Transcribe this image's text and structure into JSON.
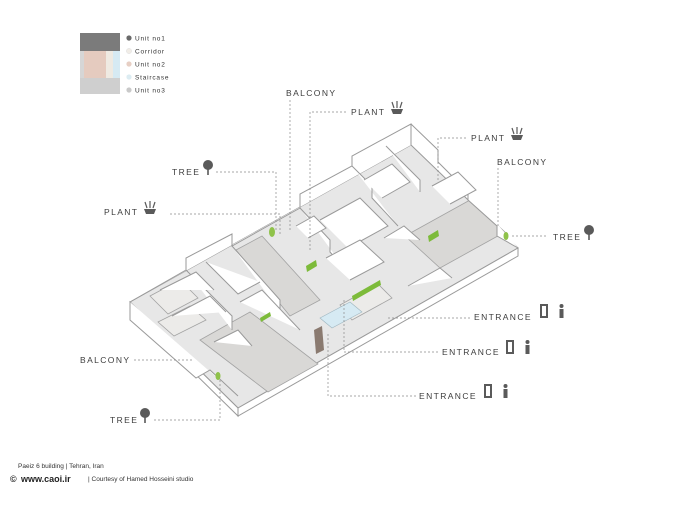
{
  "legend": {
    "items": [
      {
        "label": "Unit no1",
        "dot": "#6a6a6a"
      },
      {
        "label": "Corridor",
        "dot": "#f1ede7"
      },
      {
        "label": "Unit no2",
        "dot": "#e7cfc4"
      },
      {
        "label": "Staircase",
        "dot": "#dcecf2"
      },
      {
        "label": "Unit no3",
        "dot": "#c9c9c9"
      }
    ],
    "swatch_colors": {
      "unit1": "#7b7b7b",
      "corridor": "#efeae2",
      "unit2": "#e5cbbf",
      "staircase": "#d6eaf3",
      "unit3": "#cfcfcf"
    }
  },
  "labels": {
    "balcony_top": "BALCONY",
    "plant_top": "PLANT",
    "plant_right": "PLANT",
    "balcony_right": "BALCONY",
    "tree_top": "TREE",
    "plant_left": "PLANT",
    "tree_right": "TREE",
    "entrance_1": "ENTRANCE",
    "entrance_2": "ENTRANCE",
    "entrance_3": "ENTRANCE",
    "balcony_left": "BALCONY",
    "tree_bottom": "TREE"
  },
  "icons": {
    "tree": "tree-icon",
    "plant": "plant-icon",
    "door": "door-icon",
    "person": "person-icon"
  },
  "accents": {
    "plant_green": "#7dbb3a",
    "line": "#8a8a8a"
  },
  "caption": {
    "line1": "Paeiz 6 building  |  Tehran, Iran",
    "copyright": "©",
    "site": "www.caoi.ir",
    "credit": "|  Courtesy of Hamed Hosseini studio"
  }
}
